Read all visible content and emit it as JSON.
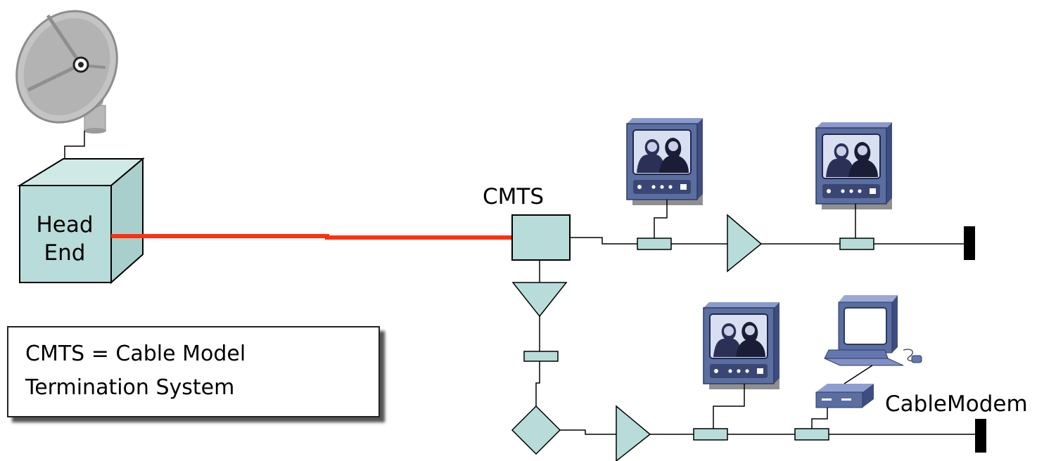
{
  "labels": {
    "head_end_line1": "Head",
    "head_end_line2": "End",
    "cmts": "CMTS",
    "cable_modem": "CableModem"
  },
  "legend": {
    "line1": "CMTS = Cable Model",
    "line2": "Termination System"
  },
  "colors": {
    "trunk": "#ff3010",
    "device_fill": "#b7dcd9",
    "monitor_body": "#5b6ea0",
    "monitor_dark": "#2d3a66",
    "line": "#000000"
  },
  "icons": [
    "satellite-dish-icon",
    "monitor-icon",
    "computer-icon",
    "modem-icon"
  ]
}
